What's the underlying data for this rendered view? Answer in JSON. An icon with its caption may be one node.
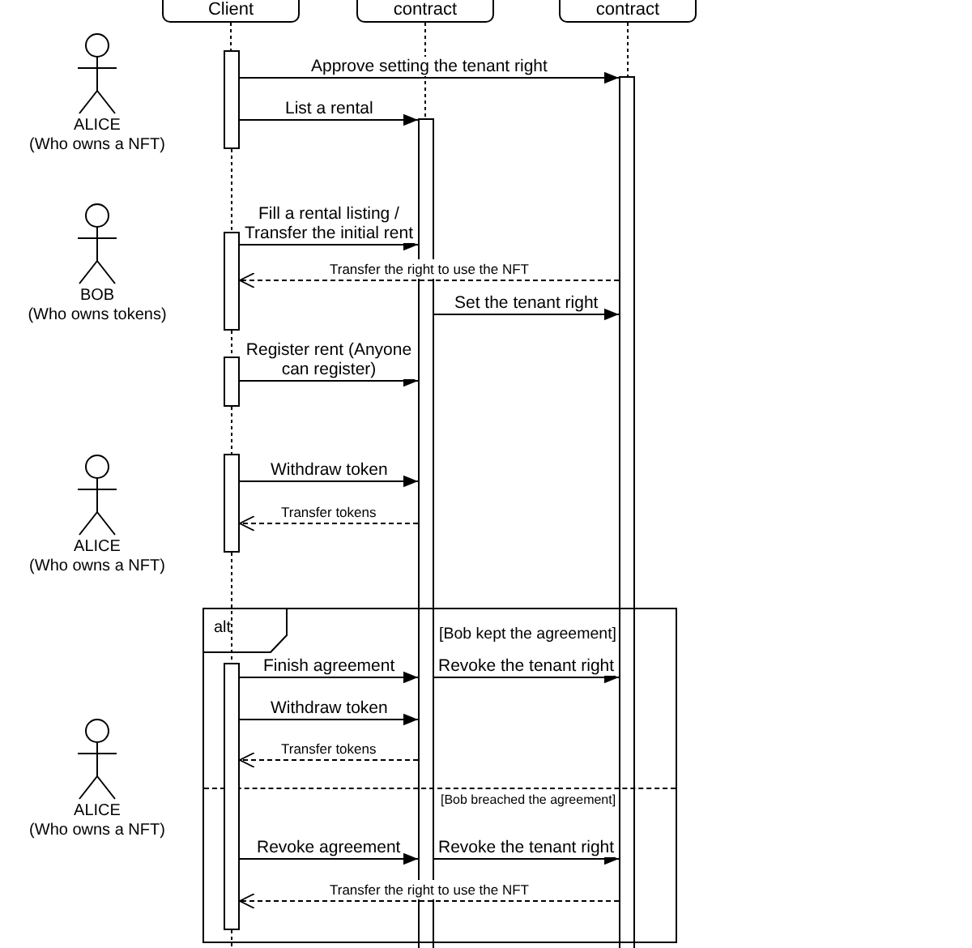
{
  "diagram": {
    "nodes": [
      {
        "text": [
          "Client"
        ]
      },
      {
        "text": [
          "contract"
        ]
      },
      {
        "text": [
          "contract"
        ]
      },
      {
        "text": [],
        "shape": "bar"
      },
      {
        "text": [],
        "shape": "bar"
      },
      {
        "text": [],
        "shape": "bar"
      },
      {
        "text": [
          "ALICE",
          "(Who owns a NFT)"
        ]
      },
      {
        "text": [
          "BOB",
          "(Who owns tokens)"
        ]
      },
      {
        "text": [],
        "shape": "bar"
      },
      {
        "text": [],
        "shape": "bar"
      },
      {
        "text": [
          "ALICE",
          "(Who owns a NFT)"
        ]
      },
      {
        "text": [],
        "shape": "bar"
      },
      {
        "text": [
          "alt",
          "[Bob kept the agreement]",
          "[Bob breached the agreement]"
        ]
      },
      {
        "text": [],
        "shape": "bar",
        "in": 12
      },
      {
        "text": [
          "ALICE",
          "(Who owns a NFT)"
        ]
      }
    ],
    "edges": [
      {
        "from": 0,
        "to": 3,
        "arrow": "none",
        "style": "dashed"
      },
      {
        "from": 3,
        "to": 8,
        "arrow": "none",
        "style": "dashed"
      },
      {
        "from": 8,
        "to": 9,
        "arrow": "none",
        "style": "dashed"
      },
      {
        "from": 9,
        "to": 11,
        "arrow": "none",
        "style": "dashed"
      },
      {
        "from": 11,
        "to": 13,
        "arrow": "none",
        "style": "dashed"
      },
      {
        "from": 13,
        "to": null,
        "arrow": "none",
        "style": "dashed"
      },
      {
        "from": 1,
        "to": 5,
        "arrow": "none",
        "style": "dashed"
      },
      {
        "from": 2,
        "to": 4,
        "arrow": "none",
        "style": "dashed"
      },
      {
        "from": 3,
        "to": 4,
        "arrow": "to",
        "label": "Approve setting the tenant right"
      },
      {
        "from": 3,
        "to": 5,
        "arrow": "to",
        "label": "List a rental"
      },
      {
        "from": 8,
        "to": 5,
        "arrow": "to",
        "label": "Fill a rental listing / Transfer the initial rent"
      },
      {
        "from": 4,
        "to": 8,
        "arrow": "to",
        "label": "Transfer the right to use the NFT",
        "style": "dashed"
      },
      {
        "from": 5,
        "to": 4,
        "arrow": "to",
        "label": "Set the tenant right"
      },
      {
        "from": 9,
        "to": 5,
        "arrow": "to",
        "label": "Register rent (Anyone can register)"
      },
      {
        "from": 11,
        "to": 5,
        "arrow": "to",
        "label": "Withdraw token"
      },
      {
        "from": 5,
        "to": 11,
        "arrow": "to",
        "label": "Transfer tokens",
        "style": "dashed"
      },
      {
        "from": 13,
        "to": 5,
        "arrow": "to",
        "label": "Finish agreement"
      },
      {
        "from": 5,
        "to": 4,
        "arrow": "to",
        "label": "Revoke the tenant right"
      },
      {
        "from": 13,
        "to": 5,
        "arrow": "to",
        "label": "Withdraw token"
      },
      {
        "from": 5,
        "to": 13,
        "arrow": "to",
        "label": "Transfer tokens",
        "style": "dashed"
      },
      {
        "from": 13,
        "to": 5,
        "arrow": "to",
        "label": "Revoke agreement"
      },
      {
        "from": 5,
        "to": 4,
        "arrow": "to",
        "label": "Revoke the tenant right"
      },
      {
        "from": 4,
        "to": 13,
        "arrow": "to",
        "label": "Transfer the right to use the NFT",
        "style": "dashed"
      }
    ]
  }
}
